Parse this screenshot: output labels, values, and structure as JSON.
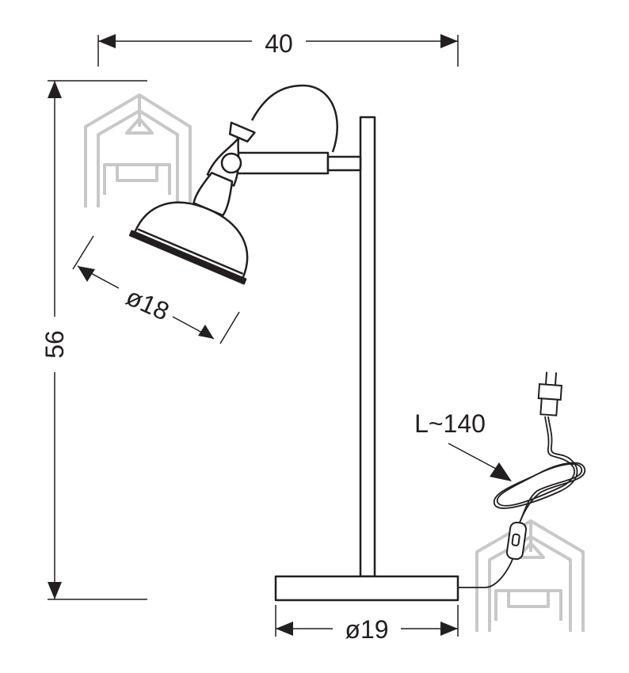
{
  "dimensions": {
    "width": "40",
    "height": "56",
    "shade_diameter": "ø18",
    "base_diameter": "ø19",
    "cable_length": "L~140"
  },
  "colors": {
    "line": "#231f20",
    "watermark": "#c8c8c8"
  }
}
